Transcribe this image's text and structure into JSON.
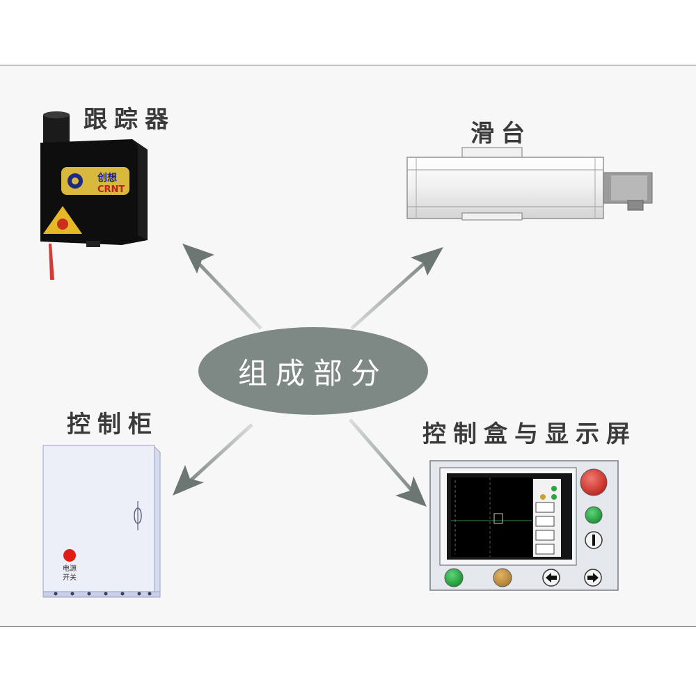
{
  "center": {
    "label": "组成部分"
  },
  "components": {
    "tracker": {
      "label": "跟踪器",
      "brand_cn": "创想",
      "brand_en": "CRNT"
    },
    "slide": {
      "label": "滑台"
    },
    "cabinet": {
      "label": "控制柜",
      "switch_line1": "电源",
      "switch_line2": "开关"
    },
    "controlbox": {
      "label": "控制盒与显示屏"
    }
  },
  "colors": {
    "ellipse": "#7e8986",
    "arrow": "#8a9390",
    "tracker_body": "#0e0e0e",
    "laser": "#d43a34"
  }
}
